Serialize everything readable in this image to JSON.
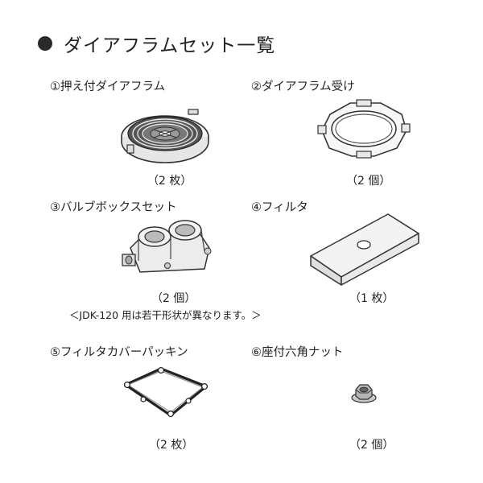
{
  "title": "ダイアフラムセット一覧",
  "items": [
    {
      "label": "①押え付ダイアフラム",
      "qty": "（2 枚）"
    },
    {
      "label": "②ダイアフラム受け",
      "qty": "（2 個）"
    },
    {
      "label": "③バルブボックスセット",
      "qty": "（2 個）"
    },
    {
      "label": "④フィルタ",
      "qty": "（1 枚）"
    },
    {
      "label": "⑤フィルタカバーパッキン",
      "qty": "（2 枚）"
    },
    {
      "label": "⑥座付六角ナット",
      "qty": "（2 個）"
    }
  ],
  "note": "＜JDK-120 用は若干形状が異なります。＞",
  "icons": [
    "diaphragm-illustration",
    "diaphragm-holder-illustration",
    "valve-box-illustration",
    "filter-illustration",
    "gasket-illustration",
    "hex-nut-illustration"
  ]
}
